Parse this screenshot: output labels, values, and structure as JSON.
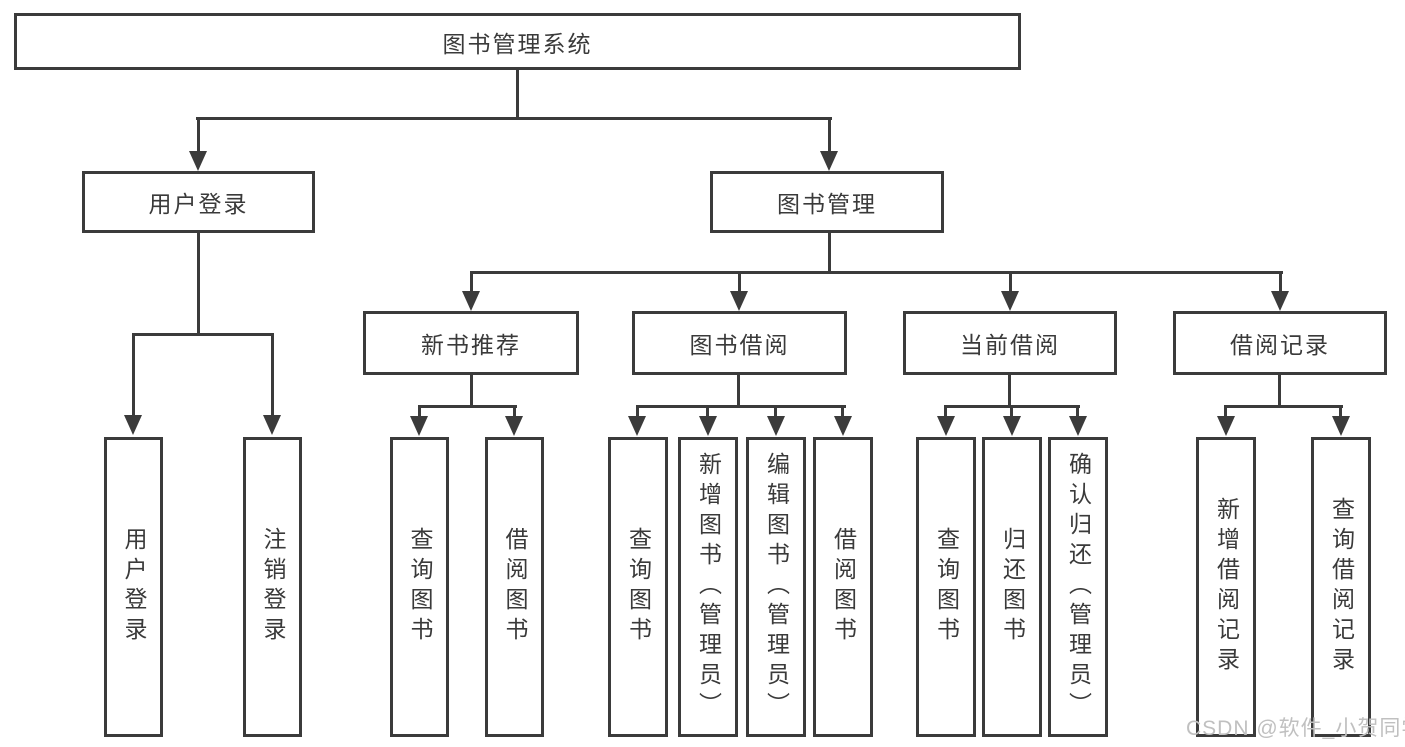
{
  "nodes": {
    "root": "图书管理系统",
    "level2": {
      "user_login": "用户登录",
      "book_mgmt": "图书管理"
    },
    "level3": {
      "new_books": "新书推荐",
      "borrow": "图书借阅",
      "current": "当前借阅",
      "records": "借阅记录"
    },
    "leaves": {
      "user_login": [
        "用户登录",
        "注销登录"
      ],
      "new_books": [
        "查询图书",
        "借阅图书"
      ],
      "borrow": [
        "查询图书",
        "新增图书（管理员）",
        "编辑图书（管理员）",
        "借阅图书"
      ],
      "current": [
        "查询图书",
        "归还图书",
        "确认归还（管理员）"
      ],
      "records": [
        "新增借阅记录",
        "查询借阅记录"
      ]
    }
  },
  "watermark": "CSDN @软件_小贺同学",
  "colors": {
    "line": "#3b3b3b",
    "text": "#3a3a3a",
    "watermark": "#c0c0c0",
    "background": "#ffffff"
  }
}
